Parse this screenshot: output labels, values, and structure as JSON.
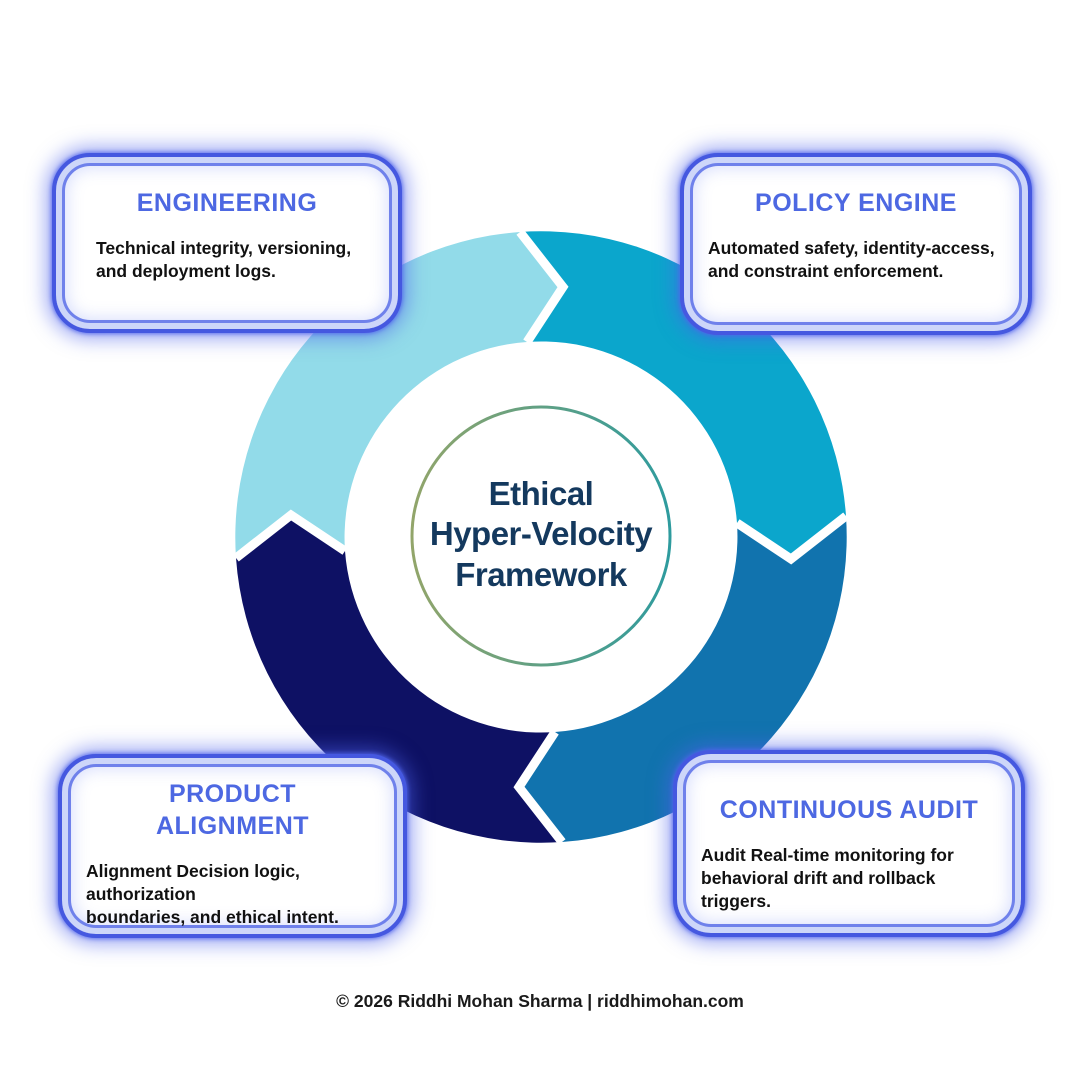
{
  "center": {
    "title": "Ethical\nHyper-Velocity\nFramework"
  },
  "boxes": [
    {
      "id": "engineering",
      "title": "ENGINEERING",
      "body": "Technical integrity, versioning,\nand deployment logs."
    },
    {
      "id": "policy-engine",
      "title": "POLICY ENGINE",
      "body": "Automated safety, identity-access,\nand constraint enforcement."
    },
    {
      "id": "product-alignment",
      "title": "PRODUCT\nALIGNMENT",
      "body": "Alignment Decision logic, authorization\nboundaries, and ethical intent."
    },
    {
      "id": "continuous-audit",
      "title": "CONTINUOUS AUDIT",
      "body": "Audit Real-time monitoring for\nbehavioral drift and rollback triggers."
    }
  ],
  "ring": {
    "direction": "clockwise",
    "segments": [
      {
        "name": "engineering-segment",
        "position": "top-left"
      },
      {
        "name": "policy-engine-segment",
        "position": "top-right"
      },
      {
        "name": "continuous-audit-segment",
        "position": "bottom-right"
      },
      {
        "name": "product-alignment-segment",
        "position": "bottom-left"
      }
    ]
  },
  "footer": {
    "text": "© 2026 Riddhi Mohan Sharma | riddhimohan.com"
  },
  "colors": {
    "segment_light": "#92dbe9",
    "segment_teal": "#0ba6cc",
    "segment_blue": "#1173ae",
    "segment_navy": "#0e1164",
    "heading_blue": "#4d68e2",
    "card_border": "#4558e0",
    "card_border_light": "#cdd6f9",
    "center_text": "#14395e",
    "ring_gradient_start": "#92a56a",
    "ring_gradient_end": "#2e9b9e",
    "body_text": "#111111",
    "footer_text": "#1a1a1a",
    "gap_white": "#ffffff"
  }
}
